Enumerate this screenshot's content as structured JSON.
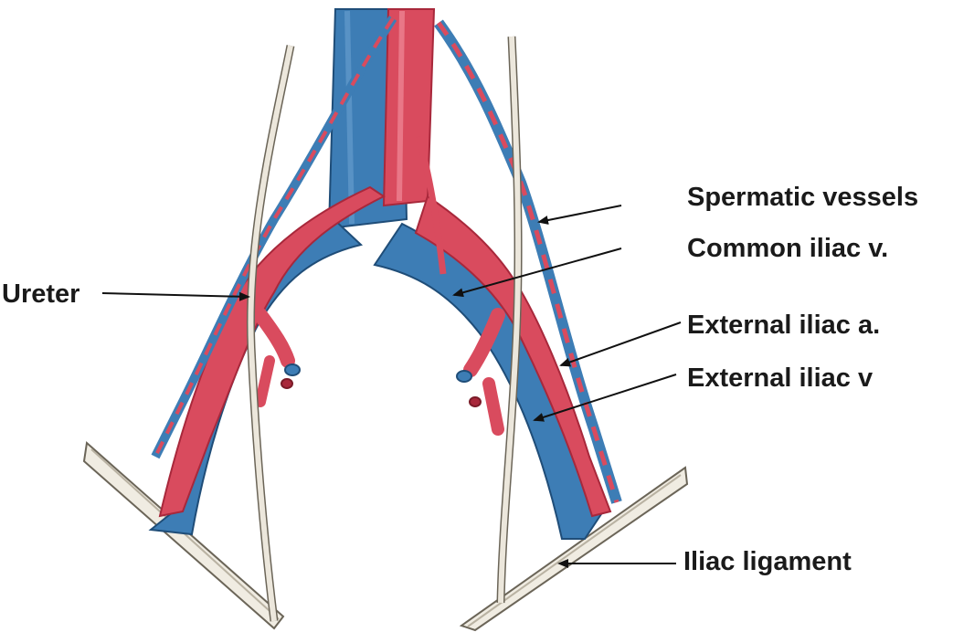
{
  "labels": {
    "spermatic": "Spermatic vessels",
    "common_iliac_v": "Common iliac v.",
    "external_iliac_a": "External iliac a.",
    "external_iliac_v": "External iliac v",
    "iliac_ligament": "Iliac ligament",
    "ureter": "Ureter"
  },
  "colors": {
    "artery": "#d94b5e",
    "artery_dark": "#a8283b",
    "vein": "#3d7db5",
    "vein_dark": "#1f4d78",
    "ureter": "#ece7dc",
    "ureter_outline": "#6b6558",
    "ligament": "#f0ece2",
    "leader": "#111111"
  }
}
